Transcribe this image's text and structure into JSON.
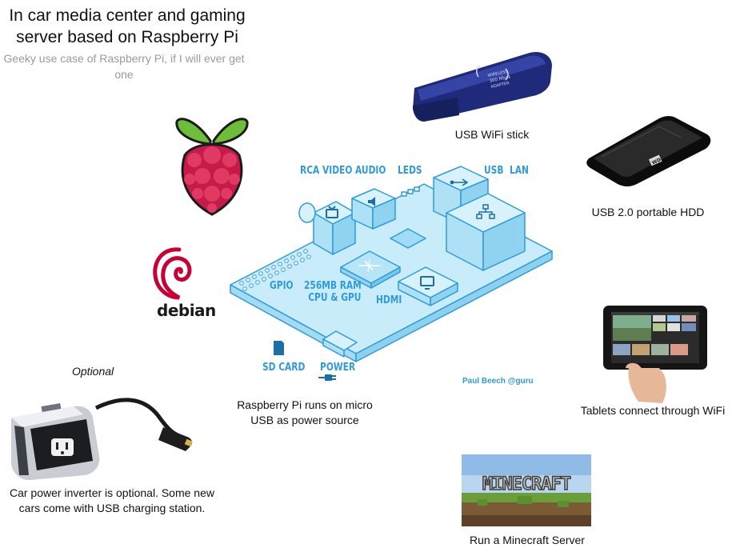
{
  "header": {
    "title_line1": "In car media center and gaming",
    "title_line2": "server based on Raspberry Pi",
    "subtitle_line1": "Geeky use case of Raspberry Pi, if I will ever get",
    "subtitle_line2": "one"
  },
  "board": {
    "labels": {
      "rca_video": "RCA VIDEO",
      "audio": "AUDIO",
      "leds": "LEDS",
      "usb": "USB",
      "lan": "LAN",
      "gpio": "GPIO",
      "ram_line1": "256MB RAM",
      "ram_line2": "CPU & GPU",
      "hdmi": "HDMI",
      "sd_card": "SD CARD",
      "power": "POWER"
    },
    "credit": "Paul Beech @guru",
    "accent_color": "#2f9bd8"
  },
  "logos": {
    "debian_text": "debian",
    "wifi_stick_print": [
      "WIRELESS",
      "300 Mbps",
      "ADAPTER"
    ],
    "hdd_brand": "WD",
    "game_logo": "MINECRAFT"
  },
  "captions": {
    "wifi": "USB WiFi stick",
    "hdd": "USB 2.0 portable HDD",
    "tablet": "Tablets connect through WiFi",
    "minecraft": "Run a Minecraft Server",
    "power_line1": "Raspberry Pi runs on micro",
    "power_line2": "USB as power source",
    "optional": "Optional",
    "inverter_line1": "Car power inverter is optional.  Some new",
    "inverter_line2": "cars come with USB charging station."
  },
  "icons": [
    "raspberry-pi-logo",
    "debian-swirl-logo",
    "usb-wifi-stick-image",
    "portable-hdd-image",
    "tablet-image",
    "minecraft-screenshot",
    "car-power-inverter-image",
    "tv-icon",
    "speaker-icon",
    "usb-icon",
    "network-icon",
    "monitor-icon",
    "sd-card-icon",
    "plug-icon"
  ]
}
